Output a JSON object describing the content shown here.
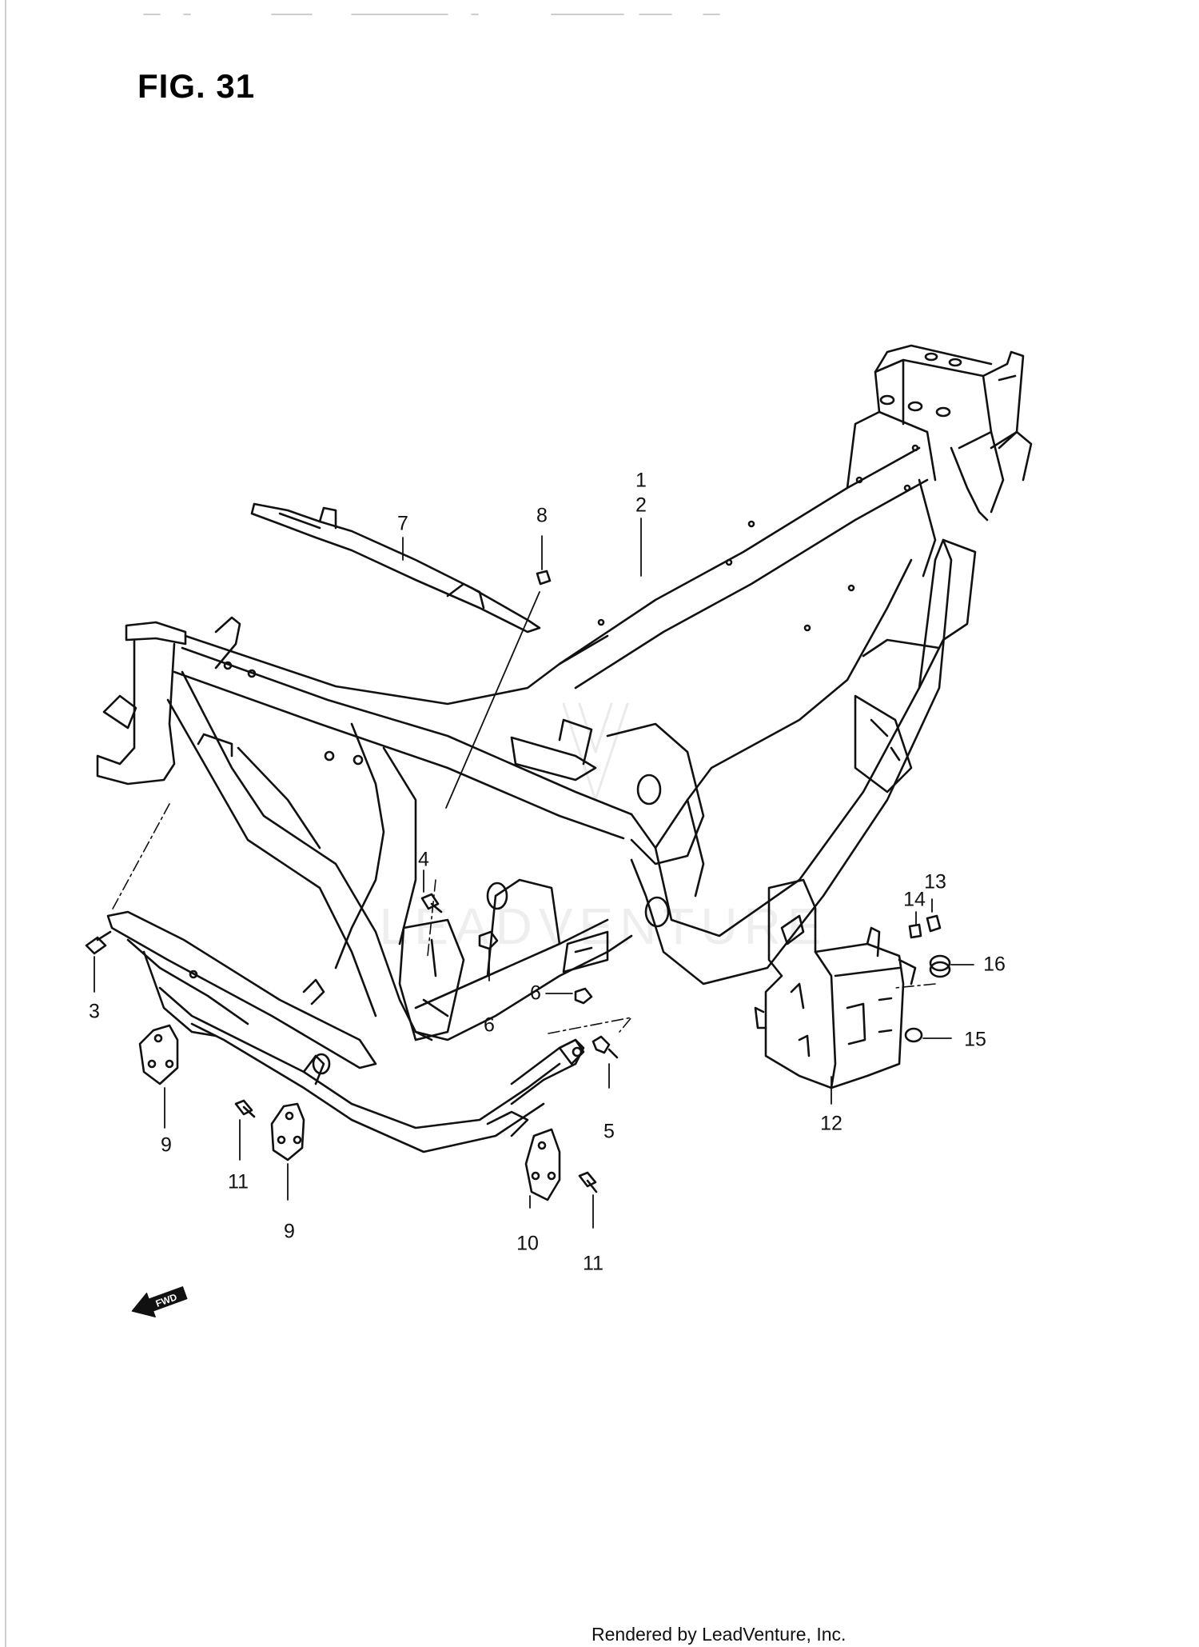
{
  "figure": {
    "title": "FIG. 31"
  },
  "callouts": {
    "c1": "1",
    "c2": "2",
    "c3": "3",
    "c4": "4",
    "c5": "5",
    "c6a": "6",
    "c6b": "6",
    "c7": "7",
    "c8": "8",
    "c9a": "9",
    "c9b": "9",
    "c10": "10",
    "c11a": "11",
    "c11b": "11",
    "c12": "12",
    "c13": "13",
    "c14": "14",
    "c15": "15",
    "c16": "16"
  },
  "fwd_badge": {
    "label": "FWD"
  },
  "watermark": {
    "text": "LEADVENTURE"
  },
  "footer": {
    "credit": "Rendered by LeadVenture, Inc."
  }
}
